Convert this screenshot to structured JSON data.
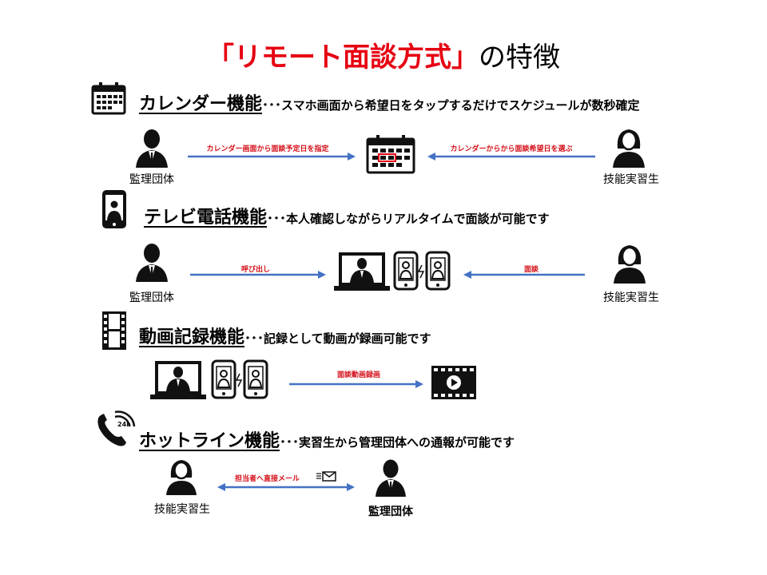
{
  "title": {
    "bracket_open": "「",
    "highlight": "リモート面談方式",
    "bracket_close": "」",
    "rest": "の特徴"
  },
  "colors": {
    "accent_red": "#e60012",
    "arrow_blue": "#4472c4",
    "label_red": "#d4101a"
  },
  "sections": [
    {
      "icon": "calendar-icon",
      "name": "カレンダー機能",
      "dots": "･･･",
      "desc": "スマホ画面から希望日をタップするだけでスケジュールが数秒確定",
      "left_person": "監理団体",
      "right_person": "技能実習生",
      "left_arrow_label": "カレンダー画面から面談予定日を指定",
      "right_arrow_label": "カレンダーからから面談希望日を選ぶ"
    },
    {
      "icon": "smartphone-video-icon",
      "name": "テレビ電話機能",
      "dots": "･･･",
      "desc": "本人確認しながらリアルタイムで面談が可能です",
      "left_person": "監理団体",
      "right_person": "技能実習生",
      "left_arrow_label": "呼び出し",
      "right_arrow_label": "面談"
    },
    {
      "icon": "film-icon",
      "name": "動画記録機能",
      "dots": "･･･",
      "desc": "記録として動画が録画可能です",
      "arrow_label": "面談動画録画"
    },
    {
      "icon": "phone-24h-icon",
      "name": "ホットライン機能",
      "dots": "･･･",
      "desc": "実習生から管理団体への通報が可能です",
      "left_person": "技能実習生",
      "right_person": "監理団体",
      "arrow_label": "担当者へ直接メール",
      "icon_24h": "24h"
    }
  ]
}
